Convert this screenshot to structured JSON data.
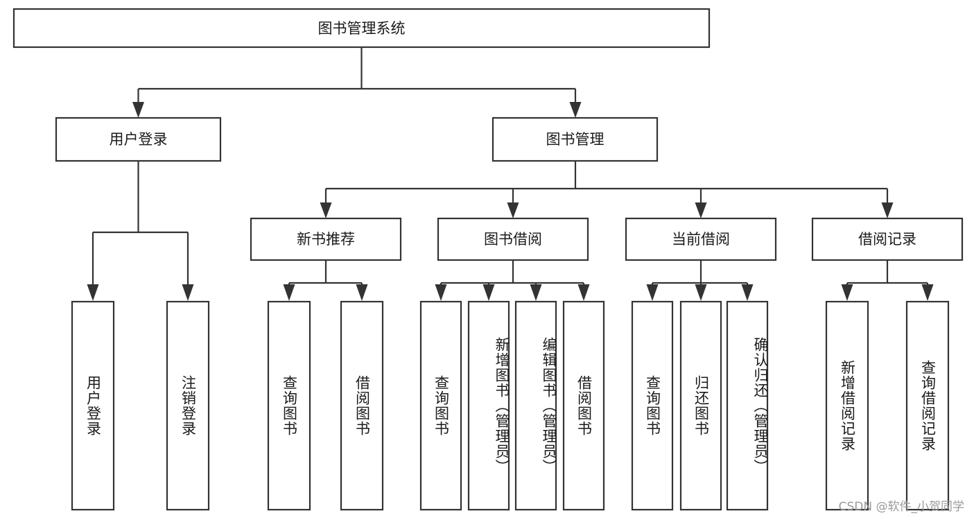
{
  "diagram": {
    "type": "tree-hierarchy-diagram",
    "title": "图书管理系统",
    "root": {
      "id": "root",
      "label": "图书管理系统"
    },
    "level1": [
      {
        "id": "user-login",
        "label": "用户登录"
      },
      {
        "id": "book-management",
        "label": "图书管理"
      }
    ],
    "level2": [
      {
        "id": "new-book-recommend",
        "label": "新书推荐",
        "parent": "book-management"
      },
      {
        "id": "book-borrow",
        "label": "图书借阅",
        "parent": "book-management"
      },
      {
        "id": "current-borrow",
        "label": "当前借阅",
        "parent": "book-management"
      },
      {
        "id": "borrow-record",
        "label": "借阅记录",
        "parent": "book-management"
      }
    ],
    "leaves": [
      {
        "id": "leaf-user-login",
        "label": "用户登录",
        "parent": "user-login"
      },
      {
        "id": "leaf-logout-login",
        "label": "注销登录",
        "parent": "user-login"
      },
      {
        "id": "leaf-query-book-1",
        "label": "查询图书",
        "parent": "new-book-recommend"
      },
      {
        "id": "leaf-borrow-book-1",
        "label": "借阅图书",
        "parent": "new-book-recommend"
      },
      {
        "id": "leaf-query-book-2",
        "label": "查询图书",
        "parent": "book-borrow"
      },
      {
        "id": "leaf-add-book",
        "label": "新增图书（管理员）",
        "parent": "book-borrow"
      },
      {
        "id": "leaf-edit-book",
        "label": "编辑图书（管理员）",
        "parent": "book-borrow"
      },
      {
        "id": "leaf-borrow-book-2",
        "label": "借阅图书",
        "parent": "book-borrow"
      },
      {
        "id": "leaf-query-book-3",
        "label": "查询图书",
        "parent": "current-borrow"
      },
      {
        "id": "leaf-return-book",
        "label": "归还图书",
        "parent": "current-borrow"
      },
      {
        "id": "leaf-confirm-return",
        "label": "确认归还（管理员）",
        "parent": "current-borrow"
      },
      {
        "id": "leaf-add-record",
        "label": "新增借阅记录",
        "parent": "borrow-record"
      },
      {
        "id": "leaf-query-record",
        "label": "查询借阅记录",
        "parent": "borrow-record"
      }
    ],
    "watermark": "CSDN @软件_小贺同学",
    "colors": {
      "stroke": "#333333",
      "box_fill": "#ffffff",
      "text": "#1a1a1a",
      "watermark": "#9a9a9a",
      "background": "#ffffff"
    }
  }
}
